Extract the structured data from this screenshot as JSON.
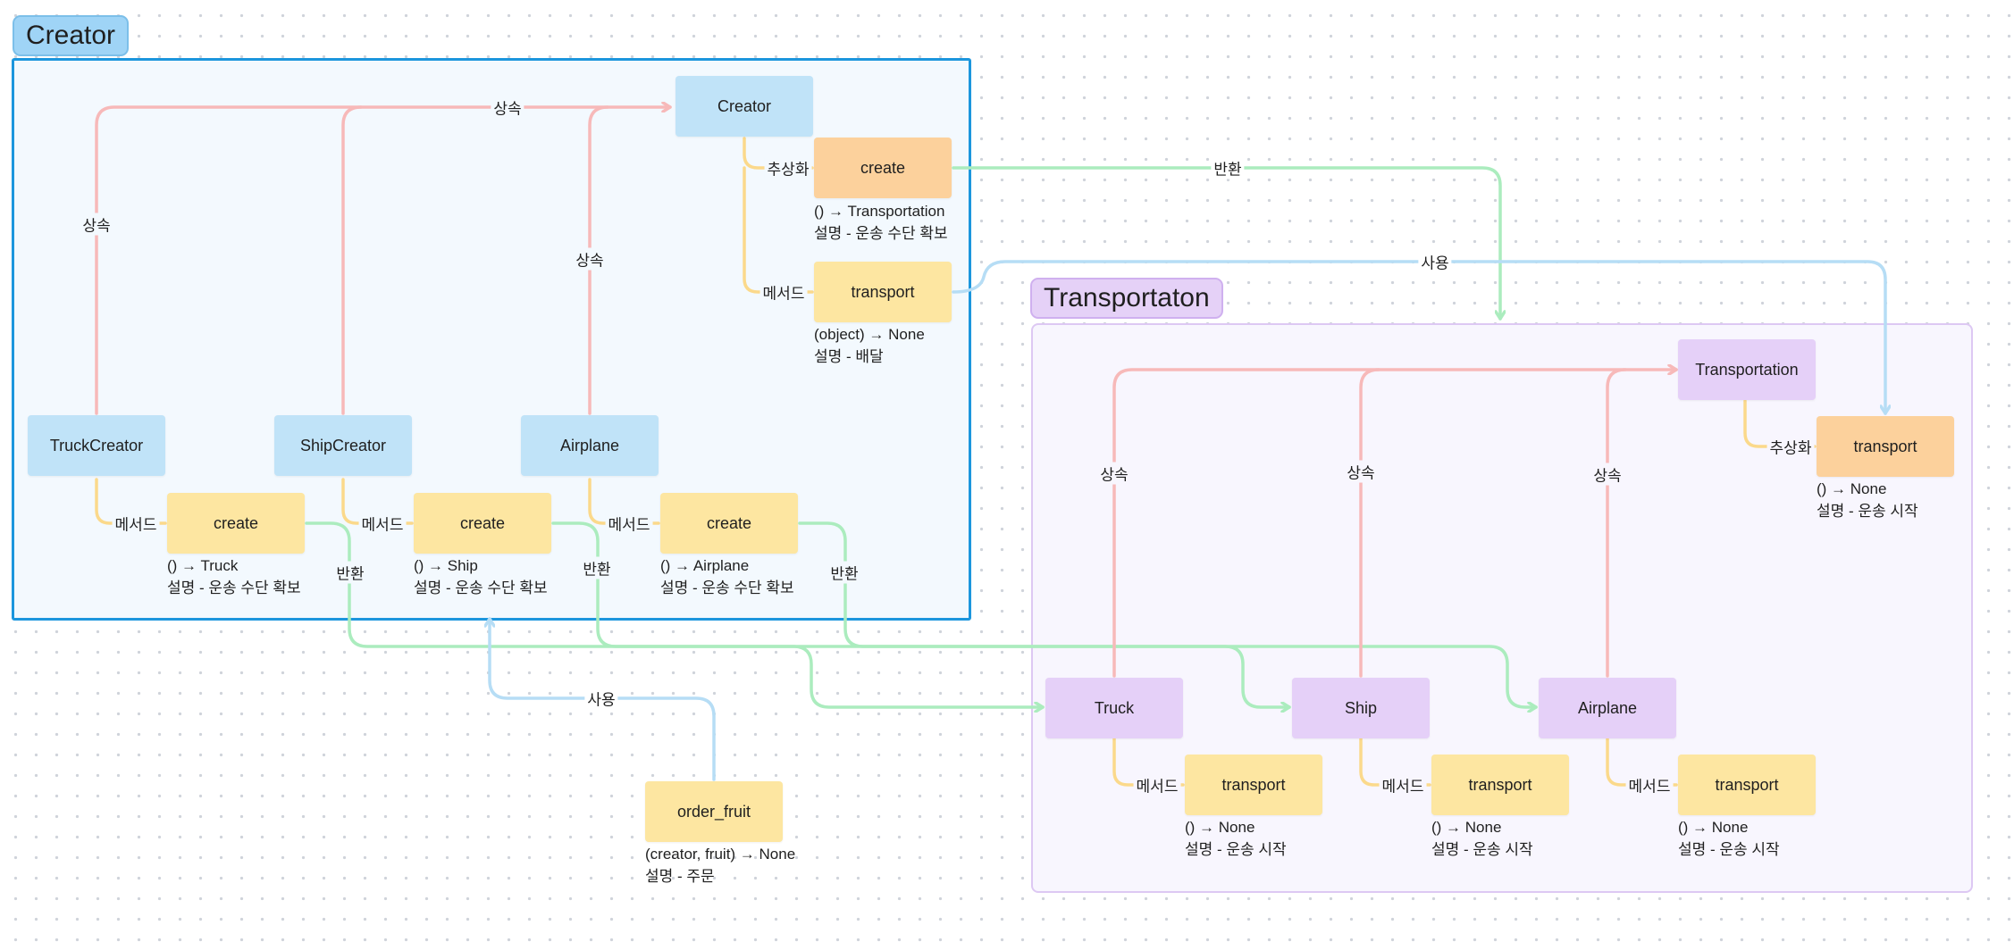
{
  "frames": {
    "creator": {
      "title": "Creator"
    },
    "transport": {
      "title": "Transportaton"
    }
  },
  "nodes": {
    "creator": "Creator",
    "creator_create": "create",
    "creator_create_sig": "() → Transportation",
    "creator_create_desc": "설명 - 운송 수단 확보",
    "creator_transport": "transport",
    "creator_transport_sig": "(object) → None",
    "creator_transport_desc": "설명 - 배달",
    "truck_creator": "TruckCreator",
    "ship_creator": "ShipCreator",
    "airplane_creator": "Airplane",
    "tc_create": "create",
    "tc_create_sig": "() → Truck",
    "tc_create_desc": "설명 - 운송 수단 확보",
    "sc_create": "create",
    "sc_create_sig": "() → Ship",
    "sc_create_desc": "설명 - 운송 수단 확보",
    "ac_create": "create",
    "ac_create_sig": "() → Airplane",
    "ac_create_desc": "설명 - 운송 수단 확보",
    "order_fruit": "order_fruit",
    "order_fruit_sig": "(creator, fruit) → None",
    "order_fruit_desc": "설명 - 주문",
    "transportation": "Transportation",
    "tr_transport": "transport",
    "tr_transport_sig": "() → None",
    "tr_transport_desc": "설명 - 운송 시작",
    "truck": "Truck",
    "ship": "Ship",
    "airplane": "Airplane",
    "truck_transport": "transport",
    "truck_transport_sig": "() → None",
    "truck_transport_desc": "설명 - 운송 시작",
    "ship_transport": "transport",
    "ship_transport_sig": "() → None",
    "ship_transport_desc": "설명 - 운송 시작",
    "airplane_transport": "transport",
    "airplane_transport_sig": "() → None",
    "airplane_transport_desc": "설명 - 운송 시작"
  },
  "edge_labels": {
    "inherit": "상속",
    "abstract": "추상화",
    "method": "메서드",
    "return": "반환",
    "use": "사용"
  },
  "colors": {
    "inherit": "#f7b9b9",
    "return": "#abecbe",
    "use": "#b6ddf5",
    "method": "#fbd98b",
    "creator_frame": "#1c96dd",
    "transport_frame": "#ddc8f3"
  }
}
